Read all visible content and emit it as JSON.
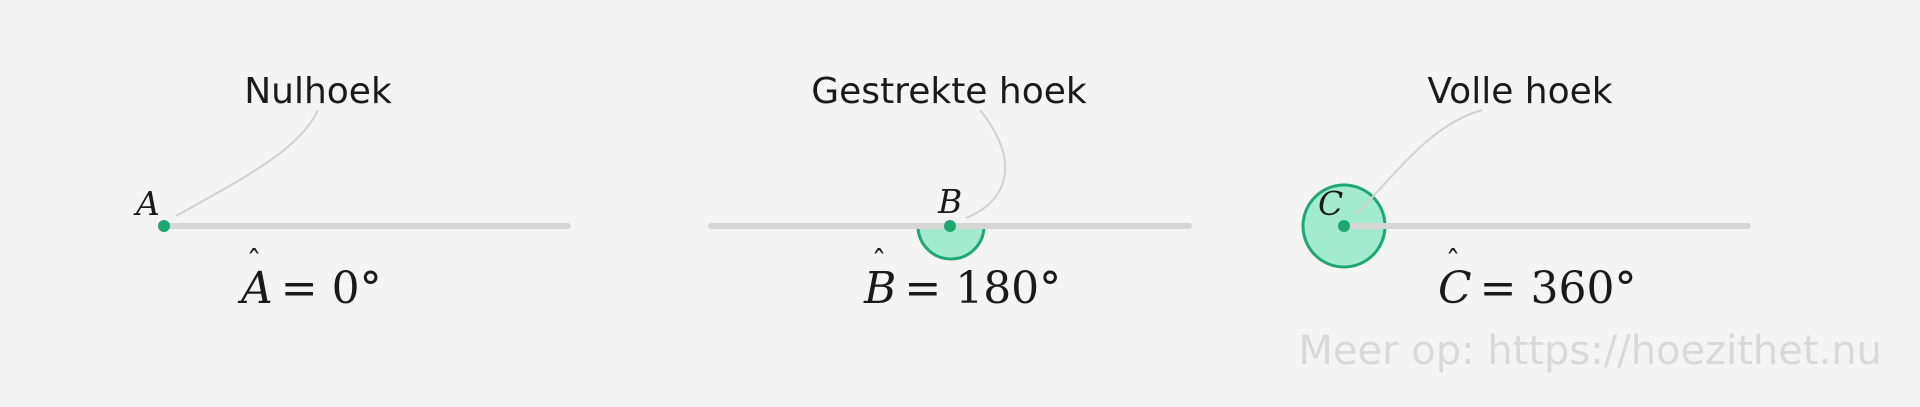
{
  "colors": {
    "background": "#f4f4f4",
    "ray": "#d6d6d6",
    "leader": "#d2d2d2",
    "angle_fill": "#a2ebd1",
    "angle_stroke": "#1fa772",
    "point": "#1fa772",
    "text": "#1a1a1a",
    "watermark": "#d9d9d9"
  },
  "angles": [
    {
      "name": "Nulhoek",
      "point_label": "A",
      "equation_var": "A",
      "equation_rest": "= 0°",
      "degrees": 0
    },
    {
      "name": "Gestrekte hoek",
      "point_label": "B",
      "equation_var": "B",
      "equation_rest": "= 180°",
      "degrees": 180
    },
    {
      "name": "Volle hoek",
      "point_label": "C",
      "equation_var": "C",
      "equation_rest": "= 360°",
      "degrees": 360
    }
  ],
  "watermark": "Meer op: https://hoezithet.nu"
}
